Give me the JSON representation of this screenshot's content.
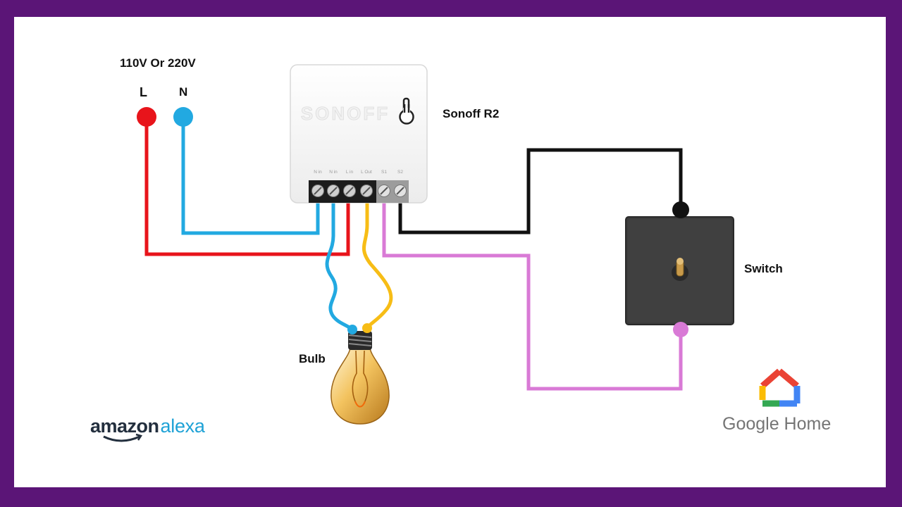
{
  "diagram": {
    "supply_label": "110V Or 220V",
    "live_label": "L",
    "neutral_label": "N",
    "module_label": "Sonoff R2",
    "module_brand": "SONOFF",
    "terminal_labels": [
      "N in",
      "N in",
      "L in",
      "L Out",
      "S1",
      "S2"
    ],
    "switch_label": "Switch",
    "bulb_label": "Bulb"
  },
  "logos": {
    "alexa": {
      "amazon": "amazon",
      "alexa": "alexa"
    },
    "google_home": "Google Home"
  },
  "colors": {
    "frame": "#5b1577",
    "live_wire": "#e8141b",
    "neutral_wire": "#22a9e1",
    "load_wire": "#f7bd16",
    "s1_wire": "#111111",
    "s2_wire": "#d97ad6"
  }
}
